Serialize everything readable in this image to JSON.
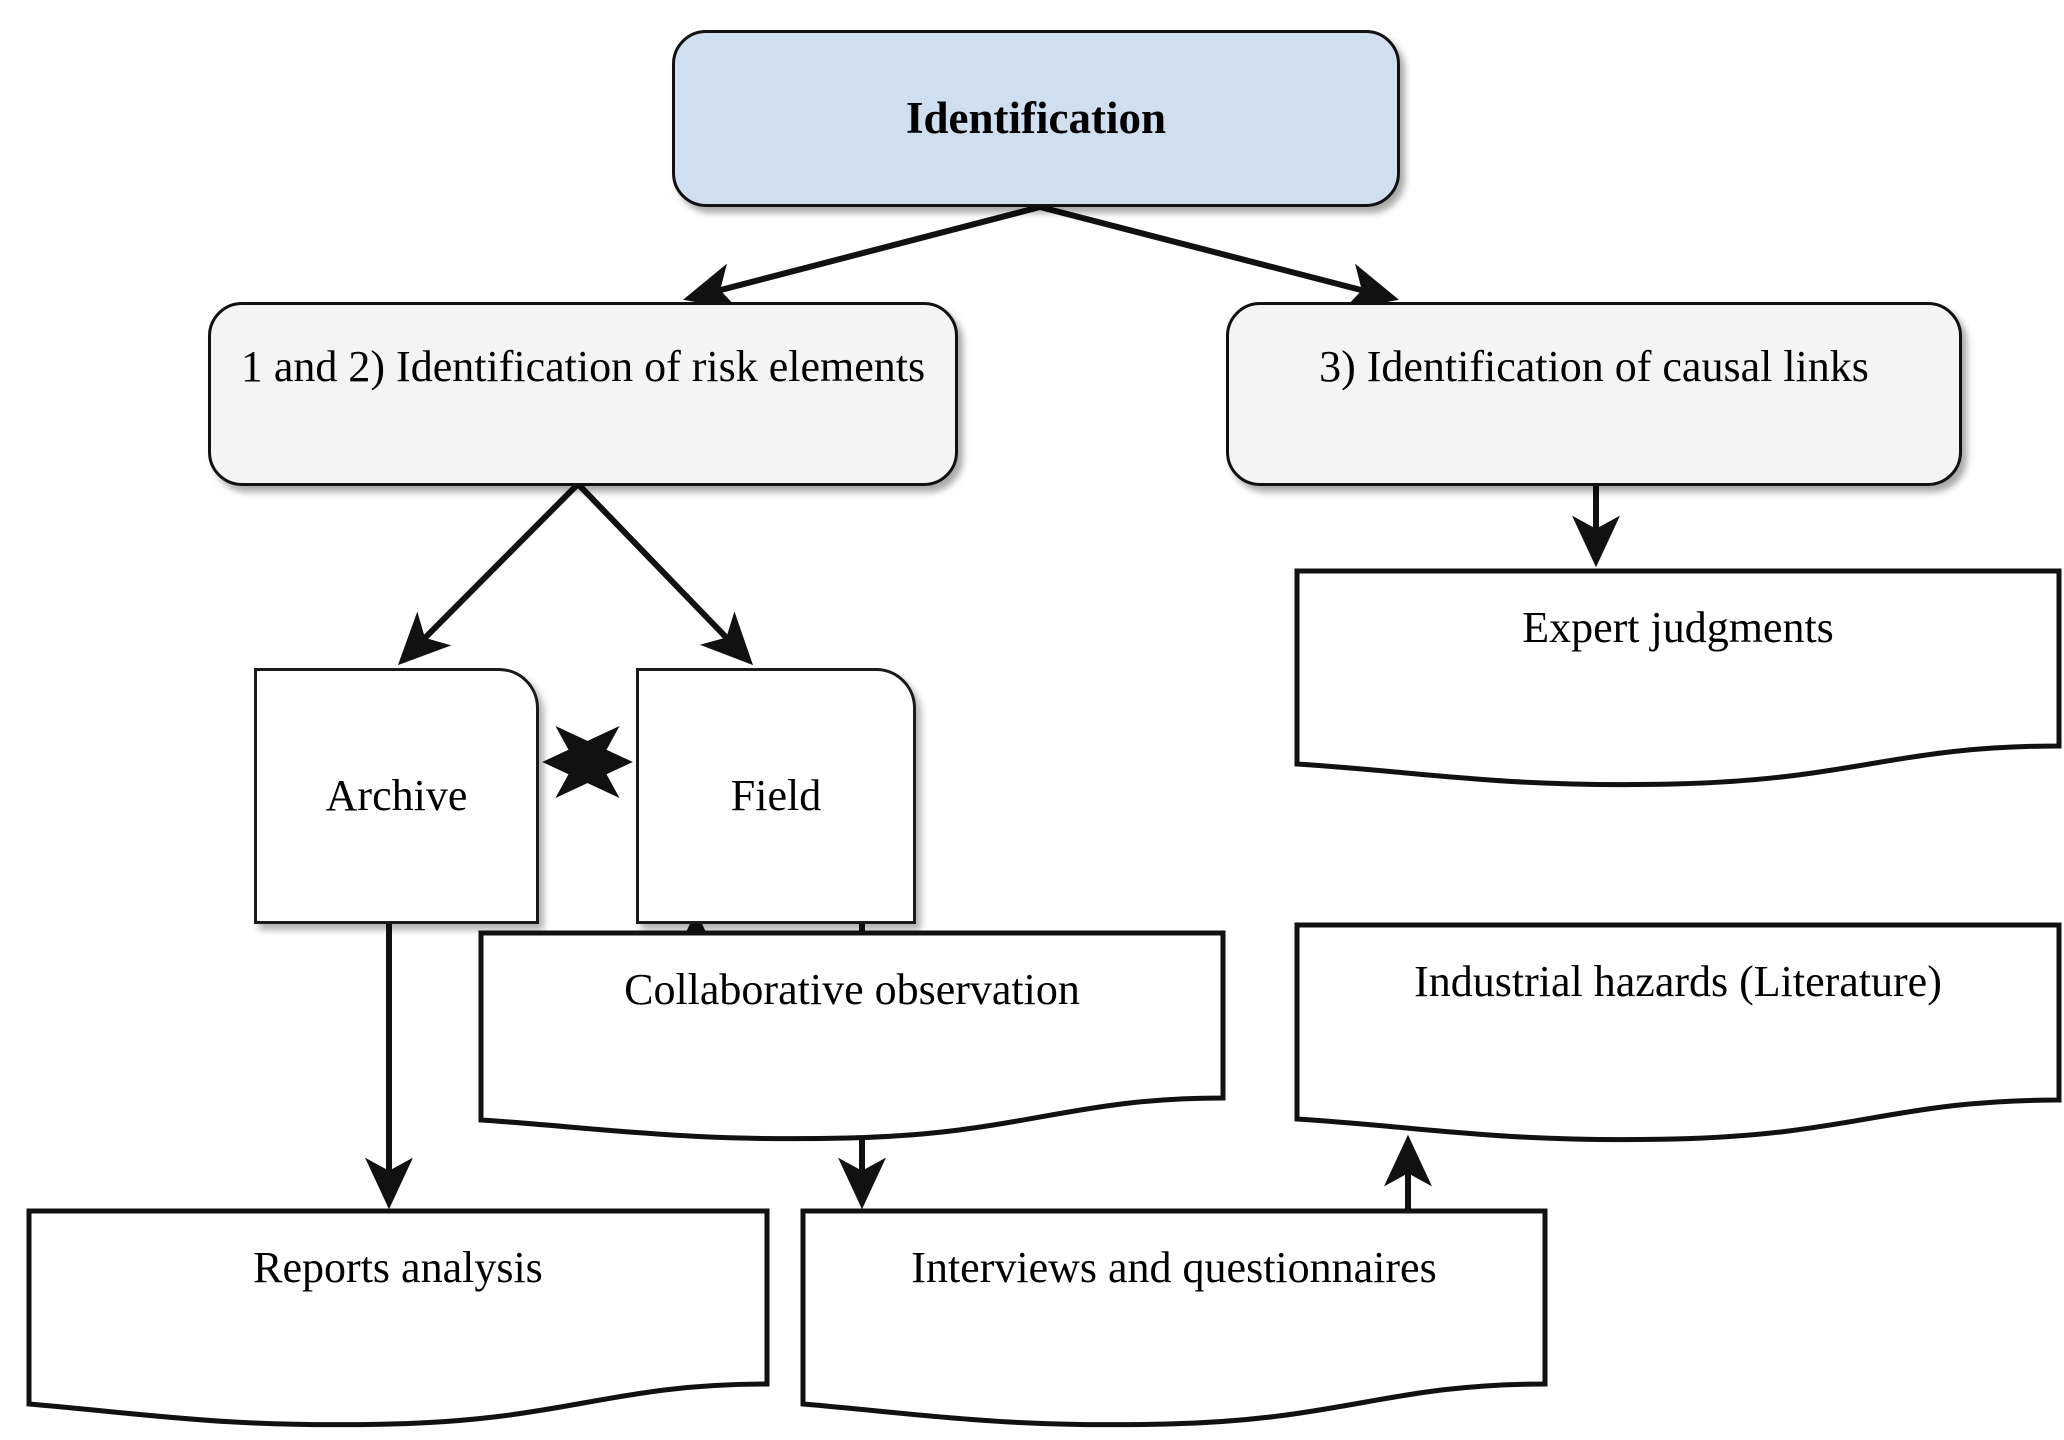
{
  "diagram": {
    "title": "Identification",
    "background_color": "#ffffff",
    "accent_color": "#cfdff0",
    "line_color": "#111111",
    "nodes": {
      "identification": {
        "label": "Identification",
        "shape": "rounded-rectangle",
        "fill": "#cfdff0"
      },
      "risk_elements": {
        "label": "1 and 2) Identification of risk elements",
        "shape": "rounded-rectangle",
        "fill": "#f4f4f4"
      },
      "causal_links": {
        "label": "3) Identification of causal links",
        "shape": "rounded-rectangle",
        "fill": "#f4f4f4"
      },
      "archive": {
        "label": "Archive",
        "shape": "corner-box",
        "fill": "#ffffff"
      },
      "field": {
        "label": "Field",
        "shape": "corner-box",
        "fill": "#ffffff"
      },
      "expert_judgments": {
        "label": "Expert judgments",
        "shape": "document",
        "fill": "#ffffff"
      },
      "collaborative_observation": {
        "label": "Collaborative observation",
        "shape": "document",
        "fill": "#ffffff"
      },
      "industrial_hazards": {
        "label": "Industrial hazards (Literature)",
        "shape": "document",
        "fill": "#ffffff"
      },
      "reports_analysis": {
        "label": "Reports analysis",
        "shape": "document",
        "fill": "#ffffff"
      },
      "interviews_questionnaires": {
        "label": "Interviews and questionnaires",
        "shape": "document",
        "fill": "#ffffff"
      }
    },
    "edges": [
      {
        "from": "identification",
        "to": "risk_elements",
        "style": "arrow"
      },
      {
        "from": "identification",
        "to": "causal_links",
        "style": "arrow"
      },
      {
        "from": "risk_elements",
        "to": "archive",
        "style": "arrow"
      },
      {
        "from": "risk_elements",
        "to": "field",
        "style": "arrow"
      },
      {
        "from": "archive",
        "to": "field",
        "style": "double-arrow"
      },
      {
        "from": "archive",
        "to": "reports_analysis",
        "style": "arrow"
      },
      {
        "from": "field",
        "to": "collaborative_observation",
        "style": "arrow"
      },
      {
        "from": "field",
        "to": "interviews_questionnaires",
        "style": "arrow"
      },
      {
        "from": "causal_links",
        "to": "expert_judgments",
        "style": "arrow"
      },
      {
        "from": "interviews_questionnaires",
        "to": "industrial_hazards",
        "style": "arrow"
      }
    ]
  }
}
